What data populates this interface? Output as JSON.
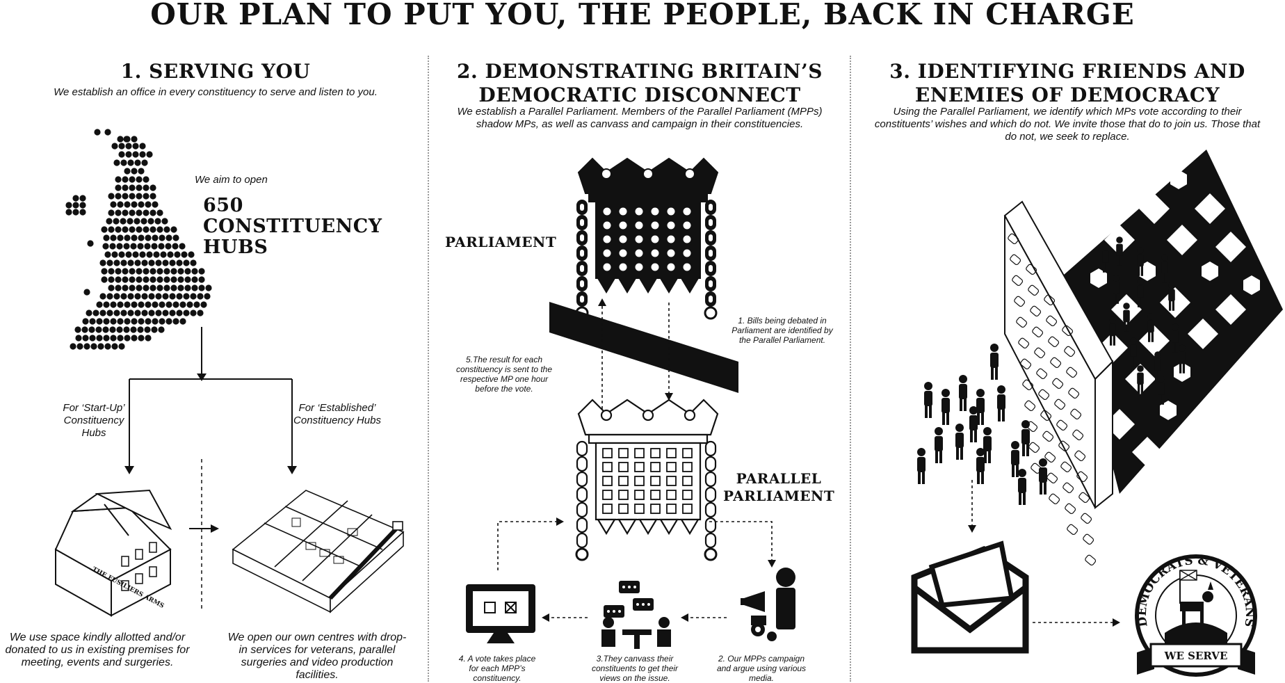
{
  "title": "OUR PLAN TO PUT YOU, THE PEOPLE, BACK IN CHARGE",
  "col1": {
    "heading": "1. SERVING YOU",
    "desc": "We establish an office in every constituency to serve and listen to you.",
    "aim_prefix": "We aim to open",
    "aim_line1": "650",
    "aim_line2": "CONSTITUENCY",
    "aim_line3": "HUBS",
    "startup_label": "For ‘Start-Up’ Constituency Hubs",
    "established_label": "For ‘Established’ Constituency Hubs",
    "building_sign": "THE FUSILIERS ARMS",
    "startup_text": "We use space kindly allotted and/or donated to us in existing premises for meeting, events and surgeries.",
    "established_text": "We open our own centres with drop-in services for veterans, parallel surgeries and video production facilities."
  },
  "col2": {
    "heading_line1": "2. DEMONSTRATING BRITAIN’S",
    "heading_line2": "DEMOCRATIC DISCONNECT",
    "desc": "We establish a Parallel Parliament. Members of the Parallel Parliament (MPPs) shadow MPs, as well as canvass and campaign in their constituencies.",
    "parliament_label": "PARLIAMENT",
    "parallel_label_1": "PARALLEL",
    "parallel_label_2": "PARLIAMENT",
    "step1": "1. Bills being debated in Parliament are identified by the Parallel Parliament.",
    "step2": "2. Our MPPs campaign and argue using various media.",
    "step3": "3.They canvass their constituents to get their views on the issue.",
    "step4": "4. A vote takes place for each MPP’s constituency.",
    "step5": "5.The result for each constituency is sent to the respective MP one hour before the vote."
  },
  "col3": {
    "heading_line1": "3. IDENTIFYING FRIENDS AND",
    "heading_line2": "ENEMIES OF DEMOCRACY",
    "desc": "Using the Parallel Parliament, we identify which MPs vote according to their constituents’ wishes and which do not. We invite those that do to join us. Those that do not, we seek to replace.",
    "badge_top": "DEMOCRATS & VETERANS",
    "badge_banner": "WE SERVE"
  },
  "colors": {
    "ink": "#111111",
    "paper": "#ffffff",
    "divider": "#999999"
  }
}
